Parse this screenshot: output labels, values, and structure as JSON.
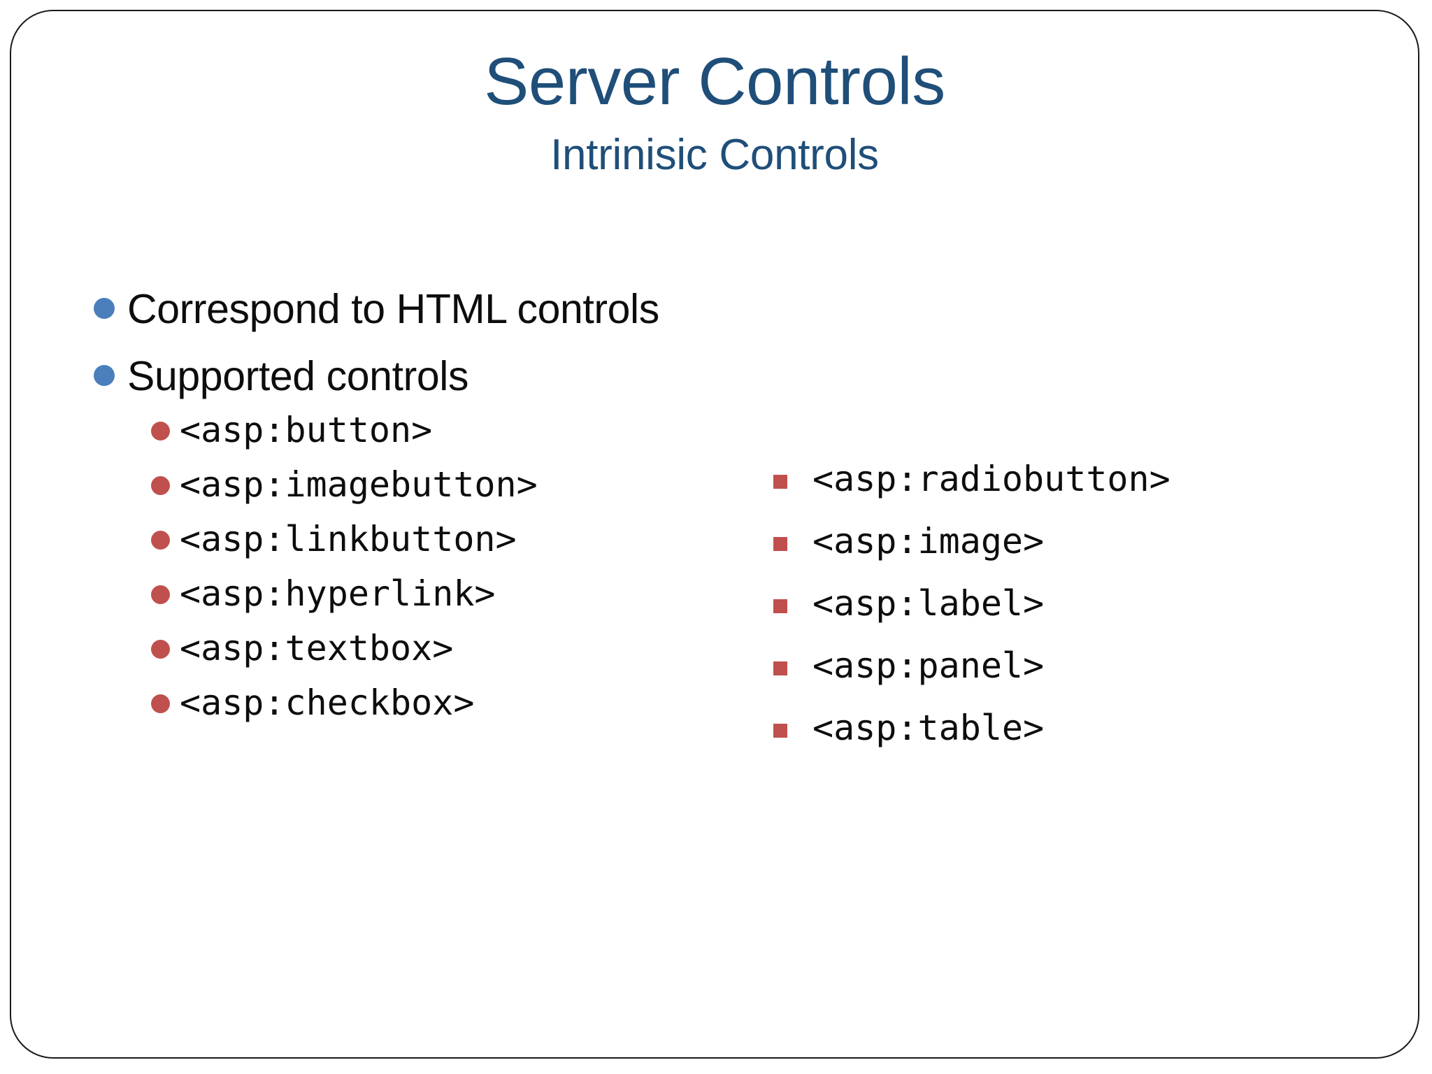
{
  "slide": {
    "title": "Server Controls",
    "subtitle": "Intrinisic Controls",
    "title_color": "#1F4E79",
    "bullet_level1_color": "#4a7fbc",
    "bullet_level2_color": "#c0504d",
    "border_color": "#1a1a1a",
    "background_color": "#ffffff"
  },
  "body": {
    "level1_bullets": [
      {
        "text": "Correspond to HTML controls"
      },
      {
        "text": "Supported controls"
      }
    ],
    "left_column": [
      {
        "text": "<asp:button>"
      },
      {
        "text": "<asp:imagebutton>"
      },
      {
        "text": "<asp:linkbutton>"
      },
      {
        "text": "<asp:hyperlink>"
      },
      {
        "text": "<asp:textbox>"
      },
      {
        "text": "<asp:checkbox>"
      }
    ],
    "right_column": [
      {
        "text": "<asp:radiobutton>"
      },
      {
        "text": "<asp:image>"
      },
      {
        "text": "<asp:label>"
      },
      {
        "text": "<asp:panel>"
      },
      {
        "text": "<asp:table>"
      }
    ]
  }
}
